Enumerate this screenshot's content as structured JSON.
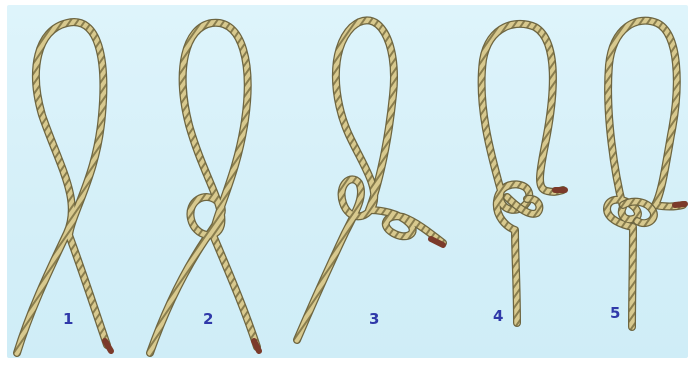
{
  "steps": [
    {
      "label": "1"
    },
    {
      "label": "2"
    },
    {
      "label": "3"
    },
    {
      "label": "4"
    },
    {
      "label": "5"
    }
  ],
  "colors": {
    "background": "#d6f0f9",
    "rope": "#d8c98e",
    "rope_edge": "#6d6540",
    "rope_twist": "#8a7e4e",
    "rope_end": "#7b3a2a",
    "label": "#2f39a9"
  }
}
